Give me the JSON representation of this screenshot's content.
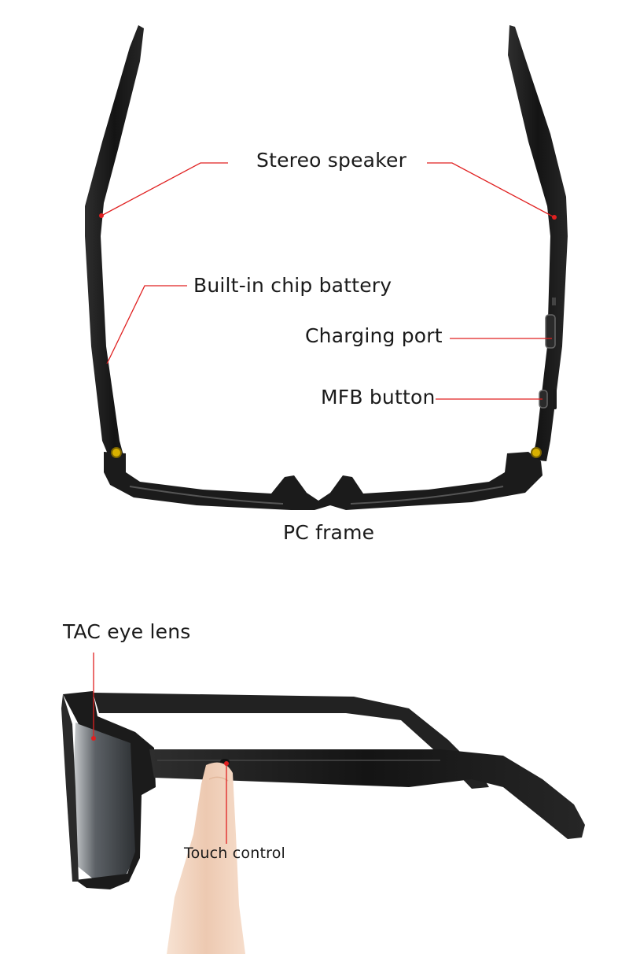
{
  "labels": {
    "stereo_speaker": "Stereo speaker",
    "chip_battery": "Built-in chip battery",
    "charging_port": "Charging port",
    "mfb_button": "MFB button",
    "pc_frame": "PC frame",
    "tac_lens": "TAC eye lens",
    "touch_control": "Touch control"
  },
  "colors": {
    "background": "#ffffff",
    "frame": "#1b1b1b",
    "callout_line": "#e02020",
    "hinge_screw": "#d8b000"
  }
}
